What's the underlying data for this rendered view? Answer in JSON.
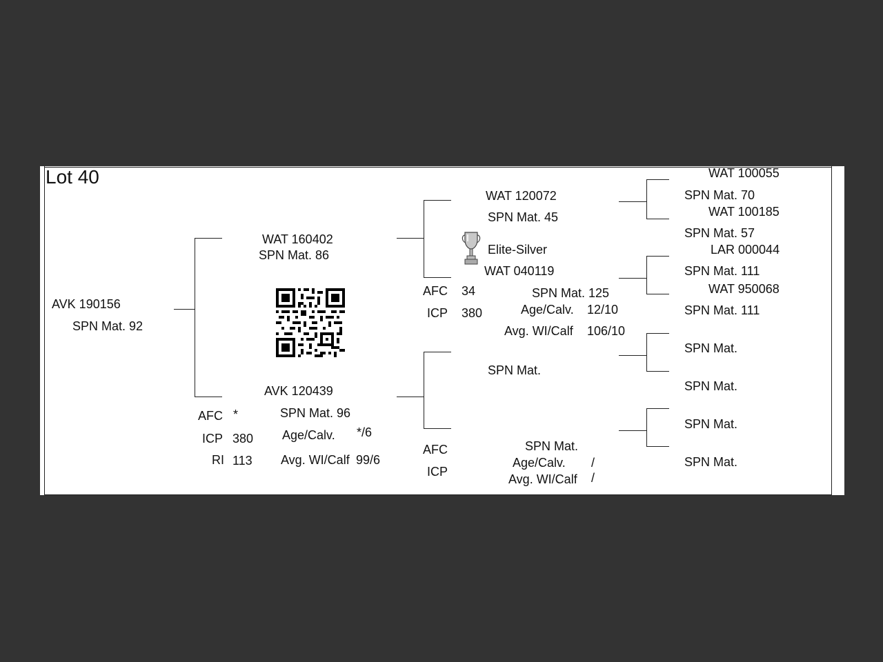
{
  "lot": {
    "label": "Lot 40"
  },
  "subject": {
    "id": "AVK 190156",
    "spn_mat": "SPN Mat. 92"
  },
  "sire": {
    "id": "WAT 160402",
    "spn_mat": "SPN Mat. 86"
  },
  "dam": {
    "id": "AVK 120439",
    "spn_mat": "SPN Mat. 96",
    "age_calv_label": "Age/Calv.",
    "age_calv_value": "*/6",
    "avg_wi_label": "Avg. WI/Calf",
    "avg_wi_value": "99/6",
    "afc_label": "AFC",
    "afc_value": "*",
    "icp_label": "ICP",
    "icp_value": "380",
    "ri_label": "RI",
    "ri_value": "113"
  },
  "sire_sire": {
    "id": "WAT 120072",
    "spn_mat": "SPN Mat. 45"
  },
  "sire_dam": {
    "award": "Elite-Silver",
    "id": "WAT 040119",
    "spn_mat": "SPN Mat. 125",
    "age_calv_label": "Age/Calv.",
    "age_calv_value": "12/10",
    "avg_wi_label": "Avg. WI/Calf",
    "avg_wi_value": "106/10",
    "afc_label": "AFC",
    "afc_value": "34",
    "icp_label": "ICP",
    "icp_value": "380"
  },
  "dam_sire": {
    "spn_mat": "SPN Mat."
  },
  "dam_dam": {
    "spn_mat": "SPN Mat.",
    "age_calv_label": "Age/Calv.",
    "age_calv_value": "/",
    "avg_wi_label": "Avg. WI/Calf",
    "avg_wi_value": "/",
    "afc_label": "AFC",
    "icp_label": "ICP"
  },
  "gen4": [
    {
      "id": "WAT 100055",
      "spn_mat": "SPN Mat. 70"
    },
    {
      "id": "WAT 100185",
      "spn_mat": "SPN Mat. 57"
    },
    {
      "id": "LAR 000044",
      "spn_mat": "SPN Mat. 111"
    },
    {
      "id": "WAT 950068",
      "spn_mat": "SPN Mat. 111"
    },
    {
      "spn_mat": "SPN Mat."
    },
    {
      "spn_mat": "SPN Mat."
    },
    {
      "spn_mat": "SPN Mat."
    },
    {
      "spn_mat": "SPN Mat."
    }
  ],
  "icons": {
    "qr": "qr-code-icon",
    "award": "trophy-icon"
  }
}
